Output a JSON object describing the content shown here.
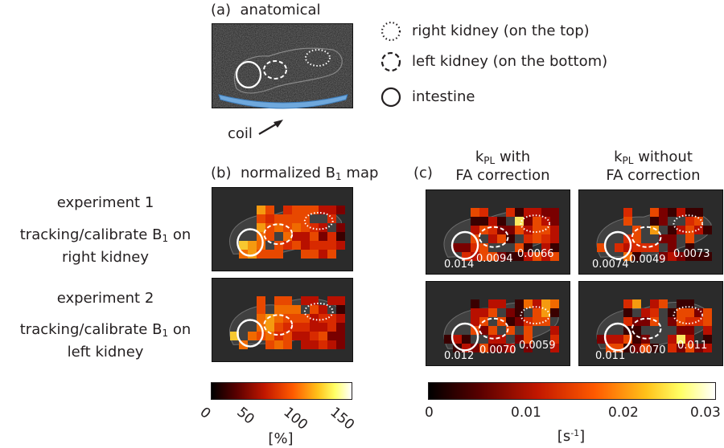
{
  "panel_a": {
    "label": "(a)",
    "title": "anatomical",
    "coil_label": "coil"
  },
  "legend": {
    "items": [
      {
        "style": "dotted",
        "label": "right kidney (on the top)"
      },
      {
        "style": "dashed",
        "label": "left kidney (on the bottom)"
      },
      {
        "style": "solid",
        "label": "intestine"
      }
    ]
  },
  "panel_b": {
    "label": "(b)",
    "title_main": "normalized B",
    "title_sub": "1",
    "title_end": "map"
  },
  "panel_c": {
    "label": "(c)",
    "col1_title_k": "k",
    "col1_title_sub": "PL",
    "col1_title_rest": "with",
    "col1_title_line2": "FA correction",
    "col2_title_k": "k",
    "col2_title_sub": "PL",
    "col2_title_rest": "without",
    "col2_title_line2": "FA correction"
  },
  "experiments": [
    {
      "title": "experiment 1",
      "desc_line1_main": "tracking/calibrate B",
      "desc_line1_sub": "1",
      "desc_line1_end": "on",
      "desc_line2": "right kidney",
      "with_fa": [
        "0.014",
        "0.0094",
        "0.0066"
      ],
      "without_fa": [
        "0.0074",
        "0.0049",
        "0.0073"
      ]
    },
    {
      "title": "experiment 2",
      "desc_line1_main": "tracking/calibrate B",
      "desc_line1_sub": "1",
      "desc_line1_end": "on",
      "desc_line2": "left kidney",
      "with_fa": [
        "0.012",
        "0.0070",
        "0.0059"
      ],
      "without_fa": [
        "0.011",
        "0.0070",
        "0.011"
      ]
    }
  ],
  "colorbar_b": {
    "ticks": [
      "0",
      "50",
      "100",
      "150"
    ],
    "unit": "[%]"
  },
  "colorbar_c": {
    "ticks": [
      "0",
      "0.01",
      "0.02",
      "0.03"
    ],
    "unit_main": "[s",
    "unit_sup": "-1",
    "unit_end": "]"
  },
  "colors": {
    "coil": "#6fa8dc",
    "hot_low": "#000000",
    "hot_mid": "#cc1a00",
    "hot_high": "#ffff66",
    "hot_top": "#ffffff"
  }
}
